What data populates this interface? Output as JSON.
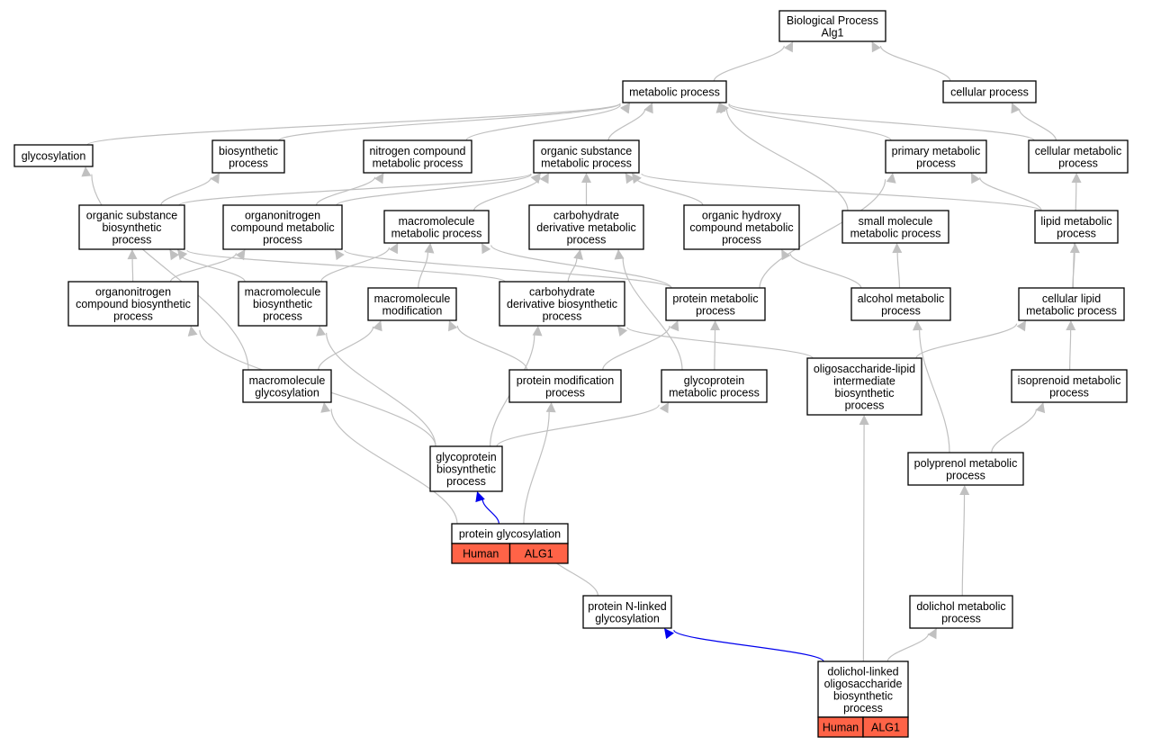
{
  "colors": {
    "edge_gray": "#c0c0c0",
    "edge_blue": "#0000ee",
    "annotation_fill": "#ff6347",
    "node_border": "#000000"
  },
  "nodes": [
    {
      "id": "bp",
      "lines": [
        "Biological Process",
        "Alg1"
      ]
    },
    {
      "id": "metabolic_process",
      "lines": [
        "metabolic process"
      ]
    },
    {
      "id": "cellular_process",
      "lines": [
        "cellular process"
      ]
    },
    {
      "id": "glycosylation",
      "lines": [
        "glycosylation"
      ]
    },
    {
      "id": "biosynthetic_process",
      "lines": [
        "biosynthetic",
        "process"
      ]
    },
    {
      "id": "nitrogen_compound_metabolic",
      "lines": [
        "nitrogen compound",
        "metabolic process"
      ]
    },
    {
      "id": "organic_substance_metabolic",
      "lines": [
        "organic substance",
        "metabolic process"
      ]
    },
    {
      "id": "primary_metabolic",
      "lines": [
        "primary metabolic",
        "process"
      ]
    },
    {
      "id": "cellular_metabolic",
      "lines": [
        "cellular metabolic",
        "process"
      ]
    },
    {
      "id": "organic_substance_biosynthetic",
      "lines": [
        "organic substance",
        "biosynthetic",
        "process"
      ]
    },
    {
      "id": "organonitrogen_compound_metabolic",
      "lines": [
        "organonitrogen",
        "compound metabolic",
        "process"
      ]
    },
    {
      "id": "macromolecule_metabolic",
      "lines": [
        "macromolecule",
        "metabolic process"
      ]
    },
    {
      "id": "carbohydrate_derivative_metabolic",
      "lines": [
        "carbohydrate",
        "derivative metabolic",
        "process"
      ]
    },
    {
      "id": "organic_hydroxy_compound_metabolic",
      "lines": [
        "organic hydroxy",
        "compound metabolic",
        "process"
      ]
    },
    {
      "id": "small_molecule_metabolic",
      "lines": [
        "small molecule",
        "metabolic process"
      ]
    },
    {
      "id": "lipid_metabolic",
      "lines": [
        "lipid metabolic",
        "process"
      ]
    },
    {
      "id": "organonitrogen_compound_biosynthetic",
      "lines": [
        "organonitrogen",
        "compound biosynthetic",
        "process"
      ]
    },
    {
      "id": "macromolecule_biosynthetic",
      "lines": [
        "macromolecule",
        "biosynthetic",
        "process"
      ]
    },
    {
      "id": "macromolecule_modification",
      "lines": [
        "macromolecule",
        "modification"
      ]
    },
    {
      "id": "carbohydrate_derivative_biosynthetic",
      "lines": [
        "carbohydrate",
        "derivative biosynthetic",
        "process"
      ]
    },
    {
      "id": "protein_metabolic",
      "lines": [
        "protein metabolic",
        "process"
      ]
    },
    {
      "id": "alcohol_metabolic",
      "lines": [
        "alcohol metabolic",
        "process"
      ]
    },
    {
      "id": "cellular_lipid_metabolic",
      "lines": [
        "cellular lipid",
        "metabolic process"
      ]
    },
    {
      "id": "macromolecule_glycosylation",
      "lines": [
        "macromolecule",
        "glycosylation"
      ]
    },
    {
      "id": "protein_modification",
      "lines": [
        "protein modification",
        "process"
      ]
    },
    {
      "id": "glycoprotein_metabolic",
      "lines": [
        "glycoprotein",
        "metabolic process"
      ]
    },
    {
      "id": "oligosaccharide_lipid_intermediate_biosynthetic",
      "lines": [
        "oligosaccharide-lipid",
        "intermediate",
        "biosynthetic",
        "process"
      ]
    },
    {
      "id": "isoprenoid_metabolic",
      "lines": [
        "isoprenoid metabolic",
        "process"
      ]
    },
    {
      "id": "glycoprotein_biosynthetic",
      "lines": [
        "glycoprotein",
        "biosynthetic",
        "process"
      ]
    },
    {
      "id": "polyprenol_metabolic",
      "lines": [
        "polyprenol metabolic",
        "process"
      ]
    },
    {
      "id": "protein_glycosylation",
      "lines": [
        "protein glycosylation"
      ],
      "annotations": [
        "Human",
        "ALG1"
      ]
    },
    {
      "id": "protein_n_linked_glycosylation",
      "lines": [
        "protein N-linked",
        "glycosylation"
      ]
    },
    {
      "id": "dolichol_metabolic",
      "lines": [
        "dolichol metabolic",
        "process"
      ]
    },
    {
      "id": "dolichol_linked_oligosaccharide_biosynthetic",
      "lines": [
        "dolichol-linked",
        "oligosaccharide",
        "biosynthetic",
        "process"
      ],
      "annotations": [
        "Human",
        "ALG1"
      ]
    }
  ],
  "edges": [
    {
      "from": "metabolic_process",
      "to": "bp",
      "color": "gray"
    },
    {
      "from": "cellular_process",
      "to": "bp",
      "color": "gray"
    },
    {
      "from": "glycosylation",
      "to": "metabolic_process",
      "color": "gray"
    },
    {
      "from": "biosynthetic_process",
      "to": "metabolic_process",
      "color": "gray"
    },
    {
      "from": "nitrogen_compound_metabolic",
      "to": "metabolic_process",
      "color": "gray"
    },
    {
      "from": "organic_substance_metabolic",
      "to": "metabolic_process",
      "color": "gray"
    },
    {
      "from": "primary_metabolic",
      "to": "metabolic_process",
      "color": "gray"
    },
    {
      "from": "cellular_metabolic",
      "to": "metabolic_process",
      "color": "gray"
    },
    {
      "from": "small_molecule_metabolic",
      "to": "metabolic_process",
      "color": "gray"
    },
    {
      "from": "cellular_metabolic",
      "to": "cellular_process",
      "color": "gray"
    },
    {
      "from": "organic_substance_biosynthetic",
      "to": "biosynthetic_process",
      "color": "gray"
    },
    {
      "from": "organic_substance_biosynthetic",
      "to": "organic_substance_metabolic",
      "color": "gray"
    },
    {
      "from": "organonitrogen_compound_metabolic",
      "to": "nitrogen_compound_metabolic",
      "color": "gray"
    },
    {
      "from": "organonitrogen_compound_metabolic",
      "to": "organic_substance_metabolic",
      "color": "gray"
    },
    {
      "from": "macromolecule_metabolic",
      "to": "organic_substance_metabolic",
      "color": "gray"
    },
    {
      "from": "carbohydrate_derivative_metabolic",
      "to": "organic_substance_metabolic",
      "color": "gray"
    },
    {
      "from": "organic_hydroxy_compound_metabolic",
      "to": "organic_substance_metabolic",
      "color": "gray"
    },
    {
      "from": "lipid_metabolic",
      "to": "organic_substance_metabolic",
      "color": "gray"
    },
    {
      "from": "lipid_metabolic",
      "to": "primary_metabolic",
      "color": "gray"
    },
    {
      "from": "cellular_lipid_metabolic",
      "to": "cellular_metabolic",
      "color": "gray"
    },
    {
      "from": "cellular_lipid_metabolic",
      "to": "lipid_metabolic",
      "color": "gray"
    },
    {
      "from": "organonitrogen_compound_biosynthetic",
      "to": "organic_substance_biosynthetic",
      "color": "gray"
    },
    {
      "from": "organonitrogen_compound_biosynthetic",
      "to": "organonitrogen_compound_metabolic",
      "color": "gray"
    },
    {
      "from": "macromolecule_biosynthetic",
      "to": "organic_substance_biosynthetic",
      "color": "gray"
    },
    {
      "from": "macromolecule_biosynthetic",
      "to": "macromolecule_metabolic",
      "color": "gray"
    },
    {
      "from": "macromolecule_modification",
      "to": "macromolecule_metabolic",
      "color": "gray"
    },
    {
      "from": "carbohydrate_derivative_biosynthetic",
      "to": "organic_substance_biosynthetic",
      "color": "gray"
    },
    {
      "from": "carbohydrate_derivative_biosynthetic",
      "to": "carbohydrate_derivative_metabolic",
      "color": "gray"
    },
    {
      "from": "protein_metabolic",
      "to": "organonitrogen_compound_metabolic",
      "color": "gray"
    },
    {
      "from": "protein_metabolic",
      "to": "macromolecule_metabolic",
      "color": "gray"
    },
    {
      "from": "protein_metabolic",
      "to": "primary_metabolic",
      "color": "gray"
    },
    {
      "from": "alcohol_metabolic",
      "to": "organic_hydroxy_compound_metabolic",
      "color": "gray"
    },
    {
      "from": "alcohol_metabolic",
      "to": "small_molecule_metabolic",
      "color": "gray"
    },
    {
      "from": "macromolecule_glycosylation",
      "to": "glycosylation",
      "color": "gray"
    },
    {
      "from": "macromolecule_glycosylation",
      "to": "macromolecule_modification",
      "color": "gray"
    },
    {
      "from": "protein_modification",
      "to": "macromolecule_modification",
      "color": "gray"
    },
    {
      "from": "protein_modification",
      "to": "protein_metabolic",
      "color": "gray"
    },
    {
      "from": "glycoprotein_metabolic",
      "to": "protein_metabolic",
      "color": "gray"
    },
    {
      "from": "glycoprotein_metabolic",
      "to": "carbohydrate_derivative_metabolic",
      "color": "gray"
    },
    {
      "from": "oligosaccharide_lipid_intermediate_biosynthetic",
      "to": "carbohydrate_derivative_biosynthetic",
      "color": "gray"
    },
    {
      "from": "oligosaccharide_lipid_intermediate_biosynthetic",
      "to": "cellular_lipid_metabolic",
      "color": "gray"
    },
    {
      "from": "isoprenoid_metabolic",
      "to": "cellular_lipid_metabolic",
      "color": "gray"
    },
    {
      "from": "glycoprotein_biosynthetic",
      "to": "organonitrogen_compound_biosynthetic",
      "color": "gray"
    },
    {
      "from": "glycoprotein_biosynthetic",
      "to": "macromolecule_biosynthetic",
      "color": "gray"
    },
    {
      "from": "glycoprotein_biosynthetic",
      "to": "carbohydrate_derivative_biosynthetic",
      "color": "gray"
    },
    {
      "from": "glycoprotein_biosynthetic",
      "to": "glycoprotein_metabolic",
      "color": "gray"
    },
    {
      "from": "polyprenol_metabolic",
      "to": "alcohol_metabolic",
      "color": "gray"
    },
    {
      "from": "polyprenol_metabolic",
      "to": "isoprenoid_metabolic",
      "color": "gray"
    },
    {
      "from": "protein_glycosylation",
      "to": "glycoprotein_biosynthetic",
      "color": "blue"
    },
    {
      "from": "protein_glycosylation",
      "to": "macromolecule_glycosylation",
      "color": "gray"
    },
    {
      "from": "protein_glycosylation",
      "to": "protein_modification",
      "color": "gray"
    },
    {
      "from": "protein_n_linked_glycosylation",
      "to": "protein_glycosylation",
      "color": "gray"
    },
    {
      "from": "dolichol_metabolic",
      "to": "polyprenol_metabolic",
      "color": "gray"
    },
    {
      "from": "dolichol_linked_oligosaccharide_biosynthetic",
      "to": "oligosaccharide_lipid_intermediate_biosynthetic",
      "color": "gray"
    },
    {
      "from": "dolichol_linked_oligosaccharide_biosynthetic",
      "to": "dolichol_metabolic",
      "color": "gray"
    },
    {
      "from": "dolichol_linked_oligosaccharide_biosynthetic",
      "to": "protein_n_linked_glycosylation",
      "color": "blue"
    }
  ]
}
